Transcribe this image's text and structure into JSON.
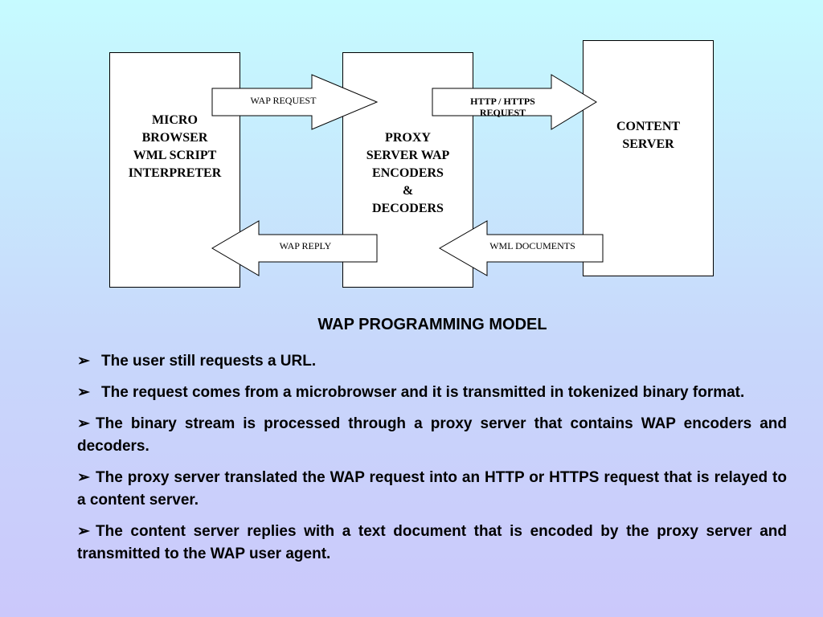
{
  "diagram": {
    "boxes": {
      "micro_browser": "MICRO\nBROWSER\nWML SCRIPT\nINTERPRETER",
      "proxy_server": "PROXY\nSERVER WAP\nENCODERS\n&\nDECODERS",
      "content_server": "CONTENT\nSERVER"
    },
    "arrows": {
      "wap_request": "WAP REQUEST",
      "http_request": "HTTP / HTTPS\nREQUEST",
      "wap_reply": "WAP REPLY",
      "wml_documents": "WML DOCUMENTS"
    }
  },
  "title": "WAP PROGRAMMING MODEL",
  "bullet_marker": "➢",
  "bullets": [
    "The user still requests a URL.",
    "The request comes from a microbrowser and it is transmitted in tokenized binary format.",
    "The binary stream is processed through a proxy server that contains WAP encoders and decoders.",
    "The proxy server translated the WAP request into an HTTP or HTTPS request that is relayed to a content server.",
    "The content server replies with a text document that is encoded by the proxy server and transmitted to the WAP user agent."
  ]
}
